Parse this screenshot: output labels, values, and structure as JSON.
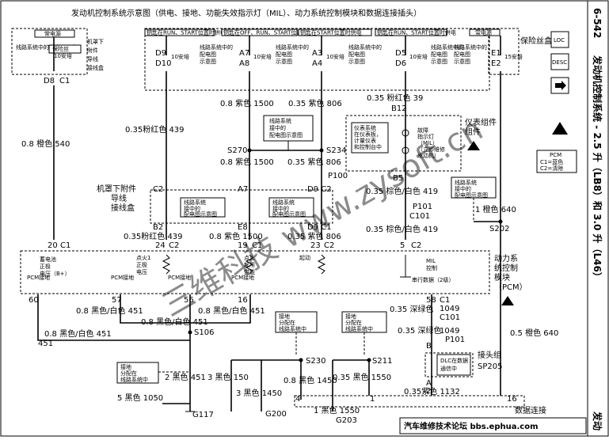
{
  "header": {
    "title": "发动机控制系统示意图（供电、接地、功能失效指示灯（MIL）、动力系统控制模块和数据连接插头）",
    "page_number": "6-542",
    "side_title": "发动机控制系统 - 2.5 升（LB8）和 3.0 升（L46）"
  },
  "fuse_boxes": [
    {
      "label": "常电源",
      "fuse": "10安培",
      "fuse_note": "线路系统中的配电图示意",
      "pin": "D8",
      "conn": "C1"
    },
    {
      "label": "钥匙在RUN、START位置时供电",
      "fuse": "10安培",
      "pins": [
        "D9",
        "D10"
      ]
    },
    {
      "label": "钥匙在OFF、RUN、START位置时供电",
      "fuse": "10安培",
      "pins": [
        "A7",
        "A8"
      ]
    },
    {
      "label": "钥匙在START位置时供电",
      "fuse": "10安培",
      "pins": [
        "A3",
        "A4"
      ]
    },
    {
      "label": "钥匙在RUN、START位置时供电",
      "fuse": "10安培",
      "pins": [
        "D5",
        "D6"
      ]
    },
    {
      "label": "常电源",
      "fuse": "15安培",
      "pins": [
        "E1",
        "E2"
      ]
    }
  ],
  "labels": {
    "fuse_block_underhood": "机罩下附件导线接线盒",
    "fuse_block_right": "保险丝盒",
    "see_power_dist": "线路系统中的配电图示意",
    "see_power_dist2": "线路系统中的配电图示意图",
    "ipc": "仪表组件",
    "ipc_note": "仪表系统在仪表板，计量仪表和控制台中",
    "mil": "故障指示灯（MIL）（立即维修发动机）",
    "underhood_block2": "机罩下附件导线接线盒",
    "pcm_title": "动力系统控制模块（PCM）",
    "battery_pos": "蓄电池正极电压（B+）",
    "ign1_pos": "点火1正极电压",
    "ign_start": "点火起用供能",
    "start": "起动",
    "mil_ctrl": "MIL控制",
    "pcm_ground1": "PCM接地",
    "pcm_ground2": "PCM接地",
    "pcm_ground3": "PCM接地",
    "pcm_ground4": "PCM接地",
    "serial_data": "串行数据（2级）",
    "ground_dist": "接地分配在线路系统中",
    "splice_pack": "接头组 SP205",
    "dlc": "DLC在数据通信中",
    "data_link": "数据连接",
    "pcm_legend_title": "PCM",
    "pcm_legend_c1": "C1=蓝色",
    "pcm_legend_c2": "C2=清除",
    "loc": "LOC",
    "desc": "DESC",
    "footer": "汽车维修技术论坛 bbs.ephua.com",
    "watermark": "三维科技 www.zysoft.cn"
  },
  "wires": {
    "w540": "0.8 橙色  540",
    "w439a": "0.35粉红色  439",
    "w1500a": "0.8 紫色  1500",
    "w806a": "0.35 紫色  806",
    "w39": "0.35 粉红色  39",
    "w1500b": "0.8 紫色  1500",
    "w806b": "0.35 紫色  806",
    "w419a": "0.35  棕色/白色  419",
    "w419b": "0.35  棕色/白色  419",
    "w640a": "1 橙色  640",
    "w439b": "0.35粉红色  439",
    "w1500c": "0.8 紫色  1500",
    "w806c": "0.35 紫色  806",
    "w451a": "0.8 黑色/白色  451",
    "w451b": "0.8 黑色/白色  451",
    "w451c": "0.8 黑色/白色  451",
    "w451d": "0.8 黑色/白色  451",
    "w451e": "2 黑色  451",
    "w1050": "5 黑色  1050",
    "w150": "3 黑色  150",
    "w1450a": "0.8 黑色  1450",
    "w1450b": "3 黑色  1450",
    "w1550a": "0.35 黑色  1550",
    "w1550b": "1 黑色  1550",
    "w1049a": "0.35  深绿色",
    "w1049b": "0.35  深绿色",
    "w1132": "0.35紫色  1132",
    "w640b": "0.5 橙色  640"
  },
  "conns": {
    "S270": "S270",
    "S234": "S234",
    "P100": "P100",
    "B12": "B12",
    "B5": "B5",
    "P101a": "P101",
    "C101a": "C101",
    "S202": "S202",
    "C2a": "C2",
    "A7": "A7",
    "D9C2": "D9  C2",
    "B2": "B2",
    "E8": "E8",
    "D9C1": "D9  C1",
    "pin20": "20",
    "pin24": "24",
    "pin19": "19",
    "pin23": "23",
    "pin5": "5",
    "pin60": "60",
    "pin57": "57",
    "pin56": "56",
    "pin16": "16",
    "pin58": "58",
    "S106": "S106",
    "S230": "S230",
    "S211": "S211",
    "C101b": "C101",
    "P101b": "P101",
    "G117": "G117",
    "G200": "G200",
    "G203": "G203",
    "pin1049": "1049",
    "pin1049b": "1049",
    "pinA": "A",
    "pinB": "B",
    "pin2": "2",
    "pin4": "4",
    "pin1": "1",
    "pin16b": "16",
    "c1a": "C1",
    "c2a": "C2",
    "c1b": "C1",
    "c2b": "C2",
    "c2c": "C2",
    "c1c": "C1",
    "c2d": "C2",
    "c1d": "C1"
  }
}
